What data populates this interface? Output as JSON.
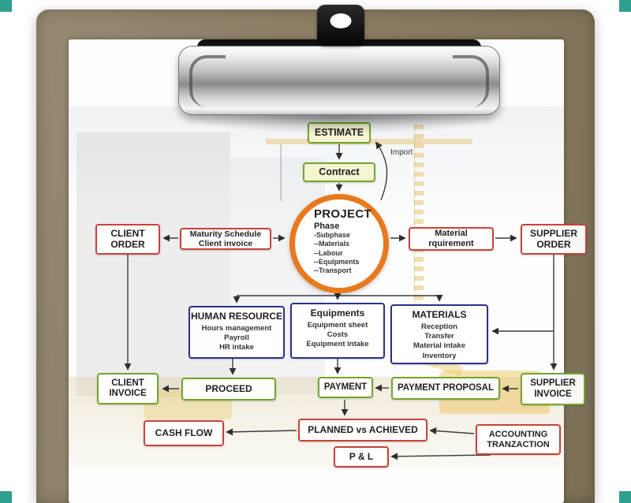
{
  "meta": {
    "description": "Project management workflow diagram pinned on a clipboard"
  },
  "colors": {
    "green_border": "#72a52f",
    "red_border": "#c8423a",
    "navy_border": "#2c3288",
    "orange_circle": "#e8791d",
    "estimate_fill": "#f5f5d2",
    "connector": "#3c3c3c",
    "clipboard_brown": "#8e8269",
    "corner_teal": "#2e9e8e"
  },
  "flowchart": {
    "estimate": {
      "label": "ESTIMATE"
    },
    "import_label": "Import",
    "contract": {
      "label": "Contract"
    },
    "project": {
      "title": "PROJECT",
      "subtitle": "Phase",
      "items": "-Subphase\n--Materials\n--Labour\n--Equipments\n--Transport"
    },
    "client_order": {
      "label": "CLIENT\nORDER"
    },
    "maturity": {
      "label": "Maturity Schedule\nClient invoice"
    },
    "material_requirement": {
      "label": "Material\nrquirement"
    },
    "supplier_order": {
      "label": "SUPPLIER\nORDER"
    },
    "human_resource": {
      "title": "HUMAN RESOURCE",
      "body": "Hours management\nPayroll\nHR intake"
    },
    "equipments": {
      "title": "Equipments",
      "body": "Equipment sheet\nCosts\nEquipment intake"
    },
    "materials": {
      "title": "MATERIALS",
      "body": "Reception\nTransfer\nMaterial intake\nInventory"
    },
    "client_invoice": {
      "label": "CLIENT\nINVOICE"
    },
    "proceed": {
      "label": "PROCEED"
    },
    "payment": {
      "label": "PAYMENT"
    },
    "payment_proposal": {
      "label": "PAYMENT PROPOSAL"
    },
    "supplier_invoice": {
      "label": "SUPPLIER\nINVOICE"
    },
    "cash_flow": {
      "label": "CASH FLOW"
    },
    "planned_vs_achieved": {
      "label": "PLANNED vs ACHIEVED"
    },
    "accounting_tranzaction": {
      "label": "ACCOUNTING\nTRANZACTION"
    },
    "p_and_l": {
      "label": "P & L"
    }
  }
}
